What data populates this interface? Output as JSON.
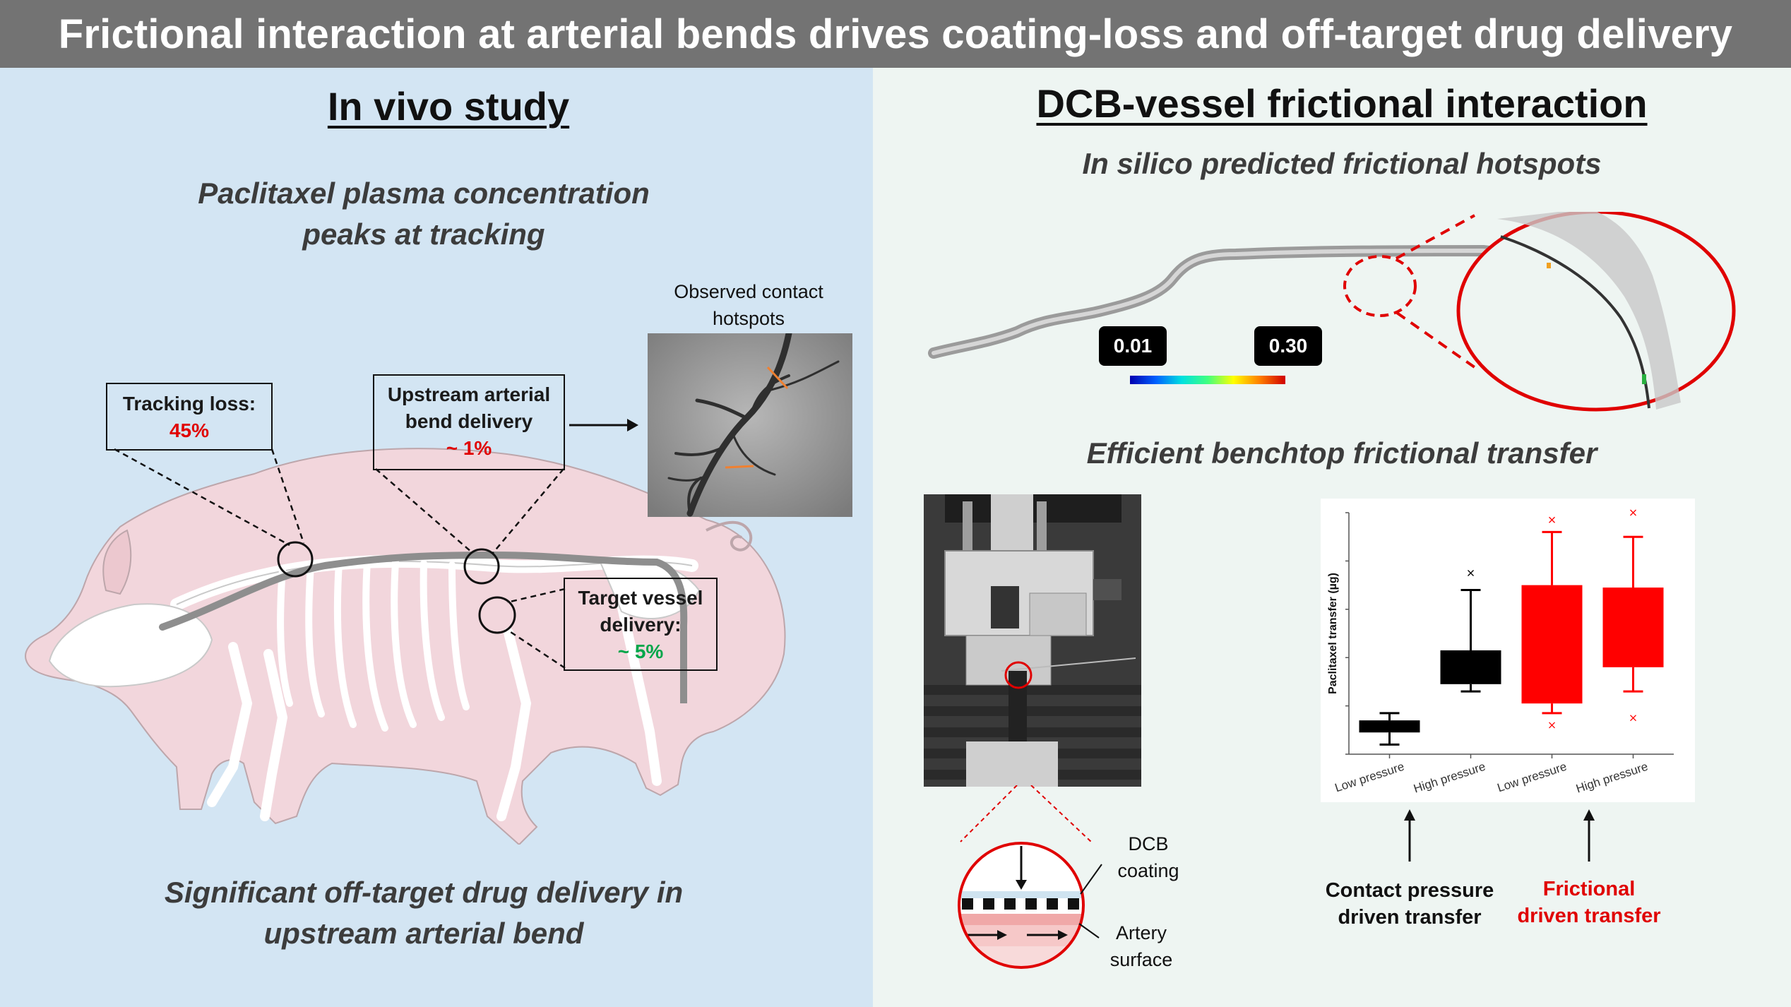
{
  "title": "Frictional interaction at arterial bends drives coating-loss and off-target drug delivery",
  "left": {
    "section_title": "In vivo study",
    "subtitle_line1": "Paclitaxel plasma concentration",
    "subtitle_line2": "peaks at tracking",
    "tracking_box": {
      "label": "Tracking loss:",
      "value": "45%"
    },
    "upstream_box": {
      "label_line1": "Upstream arterial",
      "label_line2": "bend delivery",
      "value": "~ 1%"
    },
    "target_box": {
      "label_line1": "Target vessel",
      "label_line2": "delivery:",
      "value": "~  5%"
    },
    "observed_line1": "Observed contact",
    "observed_line2": "hotspots",
    "footer_line1": "Significant off-target drug delivery in",
    "footer_line2": "upstream arterial bend"
  },
  "right": {
    "section_title": "DCB-vessel frictional interaction",
    "silico_title": "In silico predicted frictional hotspots",
    "colorbar": {
      "min_label": "0.01",
      "max_label": "0.30"
    },
    "bench_title": "Efficient benchtop frictional transfer",
    "dcb_label_line1": "DCB",
    "dcb_label_line2": "coating",
    "artery_label_line1": "Artery",
    "artery_label_line2": "surface",
    "contact_caption_line1": "Contact pressure",
    "contact_caption_line2": "driven transfer",
    "friction_caption_line1": "Frictional",
    "friction_caption_line2": "driven transfer"
  },
  "chart_data": {
    "type": "box",
    "ylabel": "Paclitaxel transfer (µg)",
    "categories": [
      "Low pressure",
      "High pressure",
      "Low pressure",
      "High pressure"
    ],
    "yticks": [
      0,
      1,
      2,
      3,
      4,
      5
    ],
    "ylim": [
      0,
      5
    ],
    "grid": false,
    "legend": "none",
    "series": [
      {
        "color": "#000000",
        "boxes": [
          {
            "whisker_low": 0.2,
            "q1": 0.45,
            "median": 0.6,
            "q3": 0.7,
            "whisker_high": 0.85,
            "outliers": []
          },
          {
            "whisker_low": 1.3,
            "q1": 1.45,
            "median": 1.7,
            "q3": 2.15,
            "whisker_high": 3.4,
            "outliers": [
              3.75
            ]
          }
        ]
      },
      {
        "color": "#ff0000",
        "boxes": [
          {
            "whisker_low": 0.85,
            "q1": 1.05,
            "median": 2.5,
            "q3": 3.5,
            "whisker_high": 4.6,
            "outliers": [
              0.6,
              4.85
            ]
          },
          {
            "whisker_low": 1.3,
            "q1": 1.8,
            "median": 2.9,
            "q3": 3.45,
            "whisker_high": 4.5,
            "outliers": [
              0.75,
              5.0
            ]
          }
        ]
      }
    ]
  },
  "colors": {
    "banner": "#737373",
    "left_bg": "#d3e5f3",
    "right_bg": "#eef5f2",
    "accent_red": "#e00000",
    "accent_green": "#00a64a"
  }
}
